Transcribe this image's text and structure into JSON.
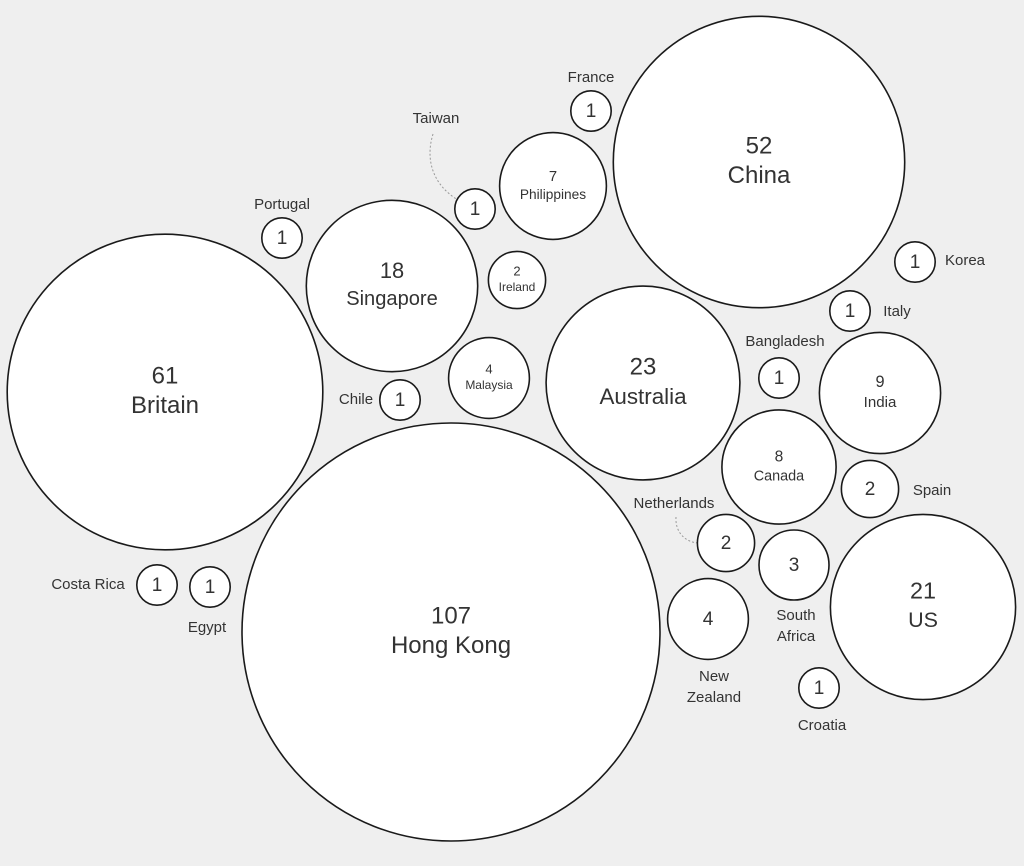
{
  "colors": {
    "background": "#efefef",
    "bubble_fill": "#ffffff",
    "bubble_stroke": "#1a1a1a",
    "text": "#333333"
  },
  "chart_data": {
    "type": "bubble",
    "title": "",
    "series": [
      {
        "name": "Hong Kong",
        "value": 107
      },
      {
        "name": "Britain",
        "value": 61
      },
      {
        "name": "China",
        "value": 52
      },
      {
        "name": "Australia",
        "value": 23
      },
      {
        "name": "US",
        "value": 21
      },
      {
        "name": "Singapore",
        "value": 18
      },
      {
        "name": "India",
        "value": 9
      },
      {
        "name": "Canada",
        "value": 8
      },
      {
        "name": "Philippines",
        "value": 7
      },
      {
        "name": "Malaysia",
        "value": 4
      },
      {
        "name": "New Zealand",
        "value": 4
      },
      {
        "name": "South Africa",
        "value": 3
      },
      {
        "name": "Ireland",
        "value": 2
      },
      {
        "name": "Spain",
        "value": 2
      },
      {
        "name": "Netherlands",
        "value": 2
      },
      {
        "name": "France",
        "value": 1
      },
      {
        "name": "Taiwan",
        "value": 1
      },
      {
        "name": "Portugal",
        "value": 1
      },
      {
        "name": "Korea",
        "value": 1
      },
      {
        "name": "Italy",
        "value": 1
      },
      {
        "name": "Bangladesh",
        "value": 1
      },
      {
        "name": "Chile",
        "value": 1
      },
      {
        "name": "Costa Rica",
        "value": 1
      },
      {
        "name": "Egypt",
        "value": 1
      },
      {
        "name": "Croatia",
        "value": 1
      }
    ]
  }
}
